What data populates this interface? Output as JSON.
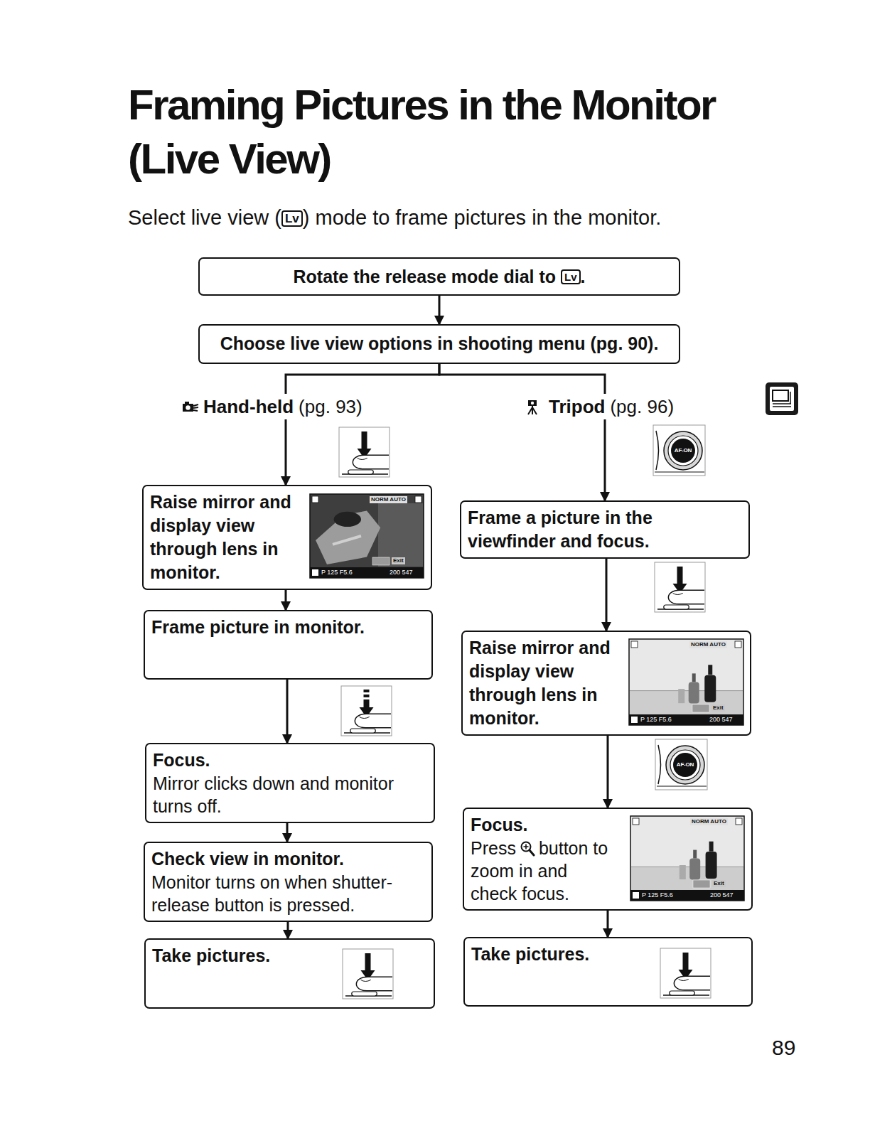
{
  "diagram": {
    "title": "Framing Pictures in the Monitor (Live View)",
    "nodes": [
      {
        "text": [
          "Rotate the release mode dial to",
          "Lv",
          "."
        ]
      },
      {
        "text": [
          "Choose live view options in shooting menu (pg. 90)."
        ]
      },
      {
        "text": [
          "Hand-held",
          "(pg. 93)"
        ]
      },
      {
        "text": [
          "Tripod",
          "(pg. 96)"
        ]
      },
      {
        "text": [
          "Raise mirror and display view through lens in monitor."
        ]
      },
      {
        "text": [
          "Frame picture in monitor."
        ]
      },
      {
        "text": [
          "Focus.",
          "Mirror clicks down and monitor turns off."
        ]
      },
      {
        "text": [
          "Check view in monitor.",
          "Monitor turns on when shutter-release button is pressed."
        ]
      },
      {
        "text": [
          "Take pictures."
        ]
      },
      {
        "text": [
          "Frame a picture in the viewfinder and focus."
        ]
      },
      {
        "text": [
          "Raise mirror and display view through lens in monitor."
        ]
      },
      {
        "text": [
          "Focus.",
          "Press",
          "button to zoom in and check focus."
        ]
      },
      {
        "text": [
          "Take pictures."
        ]
      }
    ],
    "edges": [
      {
        "from": 0,
        "to": 1,
        "arrow": "to"
      },
      {
        "from": 1,
        "to": 2,
        "arrow": "none"
      },
      {
        "from": 1,
        "to": 3,
        "arrow": "none"
      },
      {
        "from": 2,
        "to": 4,
        "arrow": "to"
      },
      {
        "from": 4,
        "to": 5,
        "arrow": "to"
      },
      {
        "from": 5,
        "to": 6,
        "arrow": "to"
      },
      {
        "from": 6,
        "to": 7,
        "arrow": "to"
      },
      {
        "from": 7,
        "to": 8,
        "arrow": "to"
      },
      {
        "from": 3,
        "to": 9,
        "arrow": "to"
      },
      {
        "from": 9,
        "to": 10,
        "arrow": "to"
      },
      {
        "from": 10,
        "to": 11,
        "arrow": "to"
      },
      {
        "from": 11,
        "to": 12,
        "arrow": "to"
      }
    ],
    "labels": [
      "Select live view (",
      "Lv",
      ") mode to frame pictures in the monitor.",
      "AF-ON",
      "NORM AUTO",
      "Exit",
      "P 125 F5.6",
      "200 547",
      "NORM AUTO",
      "Exit",
      "P 125 F5.6",
      "200 547",
      "AF-ON",
      "NORM AUTO",
      "Exit",
      "P 125 F5.6",
      "200 547",
      "89"
    ]
  }
}
